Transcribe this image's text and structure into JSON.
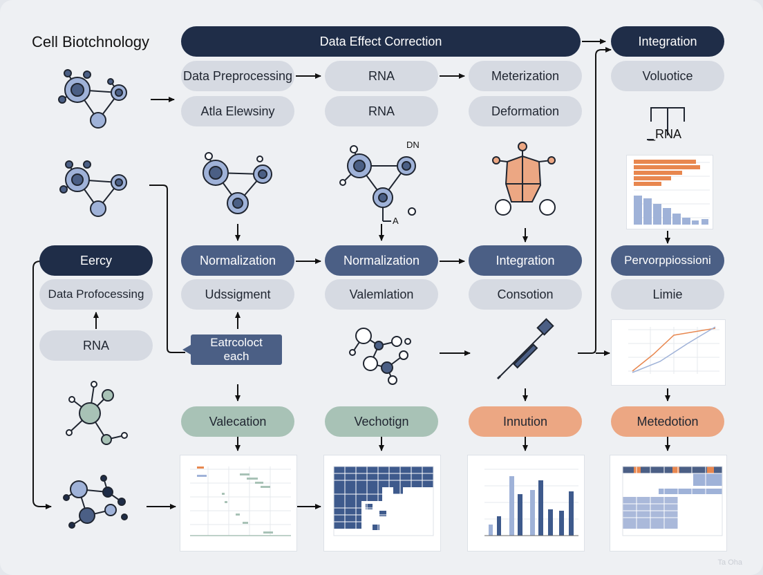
{
  "title": "Cell Biotchnology",
  "top_row": {
    "data_effect_correction": "Data Effect Correction",
    "integration": "Integration"
  },
  "row2": {
    "data_preprocessing": "Data Preprocessing",
    "rna": "RNA",
    "meterization": "Meterization",
    "voluotice": "Voluotice"
  },
  "row3": {
    "atla_elewsiny": "Atla Elewsiny",
    "rna": "RNA",
    "deformation": "Deformation"
  },
  "icon_labels": {
    "rna_small": "_RNA",
    "dn": "DN",
    "a": "A"
  },
  "left_column": {
    "eercy": "Eercy",
    "data_profocessing": "Data Profocessing",
    "rna": "RNA"
  },
  "norm_row": {
    "normalization_1": "Normalization",
    "normalization_2": "Normalization",
    "integration": "Integration",
    "pervorppiossioni": "Pervorppiossioni"
  },
  "sub_row": {
    "udssigment": "Udssigment",
    "valemlation": "Valemlation",
    "consotion": "Consotion",
    "limie": "Limie"
  },
  "callout": {
    "line1": "Eatrcoloct",
    "line2": "each"
  },
  "bottom_row": {
    "valecation": "Valecation",
    "vechotign": "Vechotign",
    "innution": "Innution",
    "metedotion": "Metedotion"
  },
  "colors": {
    "dark_navy": "#1f2d48",
    "slate_blue": "#4b5f85",
    "light_gray": "#d6dae2",
    "sage_green": "#a8c2b6",
    "peach_orange": "#eca783",
    "chart_orange": "#e8874f",
    "chart_blue": "#9fb2d8"
  },
  "watermark": "Ta Oha"
}
